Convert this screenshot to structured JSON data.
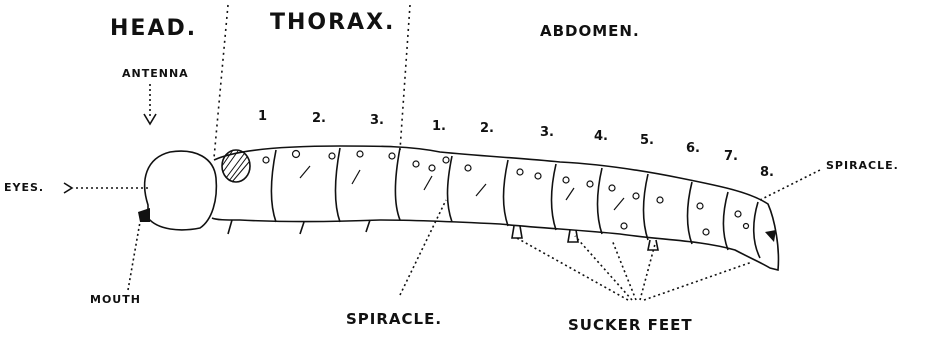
{
  "regions": {
    "head": "HEAD.",
    "thorax": "THORAX.",
    "abdomen": "ABDOMEN."
  },
  "labels": {
    "antenna": "ANTENNA",
    "eyes": "EYES.",
    "mouth": "MOUTH",
    "spiracle_bottom": "SPIRACLE.",
    "spiracle_right": "SPIRACLE.",
    "sucker_feet": "SUCKER FEET"
  },
  "thorax_segments": [
    "1",
    "2.",
    "3."
  ],
  "abdomen_segments": [
    "1.",
    "2.",
    "3.",
    "4.",
    "5.",
    "6.",
    "7.",
    "8."
  ],
  "colors": {
    "ink": "#111111",
    "background": "#ffffff"
  }
}
